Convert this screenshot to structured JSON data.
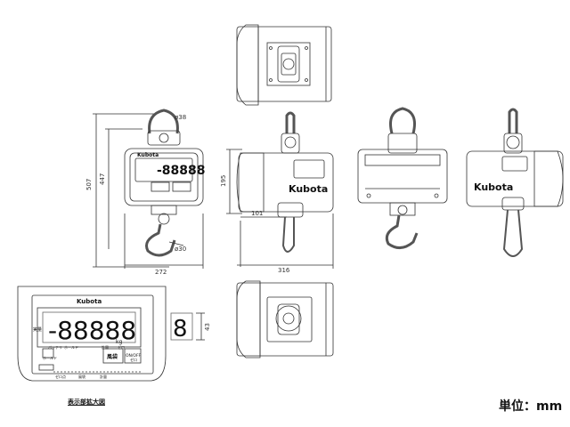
{
  "brand": "Kubota",
  "dimensions": {
    "hook_upper_dia": "ø38",
    "hook_lower_dia": "ø30",
    "total_height": "507",
    "body_height_447": "447",
    "width_front": "272",
    "side_height": "195",
    "side_offset": "101",
    "side_width": "316",
    "digit_height": "43"
  },
  "display_panel": {
    "digits": "-88888",
    "unit_kg": "kg",
    "left_label_top": "実量",
    "left_labels": [
      "バッテリ",
      "ホールド"
    ],
    "right_labels": [
      "計量",
      "ゼロ"
    ],
    "tare_button": "風袋",
    "zero_button": "ゼロ",
    "onoff_button": "ON/OFF",
    "small_button": "ホールド",
    "bottom_labels": [
      "ゼロ点",
      "風袋",
      "計量"
    ]
  },
  "caption": "表示部拡大図",
  "unit_note": "単位：mm"
}
